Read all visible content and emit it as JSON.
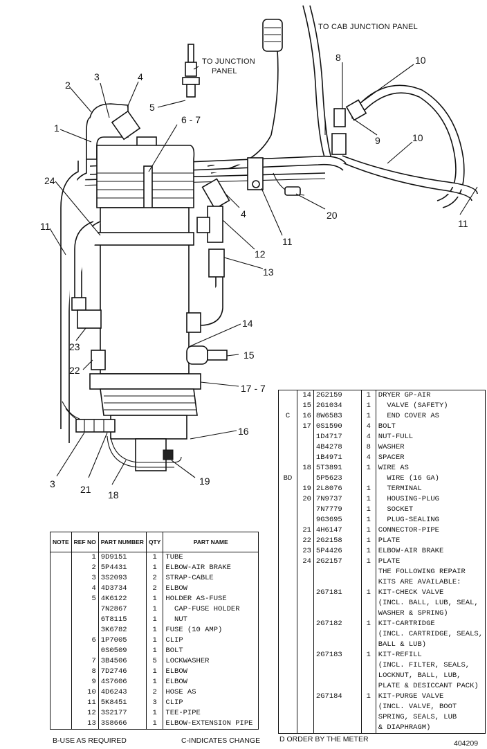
{
  "callouts": {
    "c1": "1",
    "c2": "2",
    "c3": "3",
    "c4": "4",
    "c5": "5",
    "c6_7": "6 - 7",
    "c8": "8",
    "c9": "9",
    "c10a": "10",
    "c10b": "10",
    "c11a": "11",
    "c11b": "11",
    "c11c": "11",
    "c12": "12",
    "c13": "13",
    "c14": "14",
    "c15": "15",
    "c16": "16",
    "c17_7": "17 - 7",
    "c18": "18",
    "c19": "19",
    "c20": "20",
    "c21": "21",
    "c22": "22",
    "c23": "23",
    "c24": "24",
    "c3b": "3",
    "c4b": "4"
  },
  "notes": {
    "to_cab": "TO CAB JUNCTION PANEL",
    "to_junction_1": "TO JUNCTION",
    "to_junction_2": "PANEL"
  },
  "left_table": {
    "headers": {
      "note": "NOTE",
      "ref": "REF NO",
      "part": "PART NUMBER",
      "qty": "QTY",
      "name": "PART NAME"
    },
    "rows": [
      {
        "note": "",
        "ref": "1",
        "part": "9D9151",
        "qty": "1",
        "name": "TUBE"
      },
      {
        "note": "",
        "ref": "2",
        "part": "5P4431",
        "qty": "1",
        "name": "ELBOW-AIR BRAKE"
      },
      {
        "note": "",
        "ref": "3",
        "part": "3S2093",
        "qty": "2",
        "name": "STRAP-CABLE"
      },
      {
        "note": "",
        "ref": "4",
        "part": "4D3734",
        "qty": "2",
        "name": "ELBOW"
      },
      {
        "note": "",
        "ref": "5",
        "part": "4K6122",
        "qty": "1",
        "name": "HOLDER AS-FUSE"
      },
      {
        "note": "",
        "ref": "",
        "part": "7N2867",
        "qty": "1",
        "name": "  CAP-FUSE HOLDER"
      },
      {
        "note": "",
        "ref": "",
        "part": "6T8115",
        "qty": "1",
        "name": "  NUT"
      },
      {
        "note": "",
        "ref": "",
        "part": "3K6782",
        "qty": "1",
        "name": "FUSE (10 AMP)"
      },
      {
        "note": "",
        "ref": "6",
        "part": "1P7005",
        "qty": "1",
        "name": "CLIP"
      },
      {
        "note": "",
        "ref": "",
        "part": "0S0509",
        "qty": "1",
        "name": "BOLT"
      },
      {
        "note": "",
        "ref": "7",
        "part": "3B4506",
        "qty": "5",
        "name": "LOCKWASHER"
      },
      {
        "note": "",
        "ref": "8",
        "part": "7D2746",
        "qty": "1",
        "name": "ELBOW"
      },
      {
        "note": "",
        "ref": "9",
        "part": "4S7606",
        "qty": "1",
        "name": "ELBOW"
      },
      {
        "note": "",
        "ref": "10",
        "part": "4D6243",
        "qty": "2",
        "name": "HOSE AS"
      },
      {
        "note": "",
        "ref": "11",
        "part": "5K8451",
        "qty": "3",
        "name": "CLIP"
      },
      {
        "note": "",
        "ref": "12",
        "part": "3S2177",
        "qty": "1",
        "name": "TEE-PIPE"
      },
      {
        "note": "",
        "ref": "13",
        "part": "3S8666",
        "qty": "1",
        "name": "ELBOW-EXTENSION PIPE"
      }
    ]
  },
  "right_table": {
    "rows": [
      {
        "note": "",
        "ref": "14",
        "part": "2G2159",
        "qty": "1",
        "name": "DRYER GP-AIR"
      },
      {
        "note": "",
        "ref": "15",
        "part": "2G1034",
        "qty": "1",
        "name": "  VALVE (SAFETY)"
      },
      {
        "note": "C",
        "ref": "16",
        "part": "8W6583",
        "qty": "1",
        "name": "  END COVER AS"
      },
      {
        "note": "",
        "ref": "17",
        "part": "0S1590",
        "qty": "4",
        "name": "BOLT"
      },
      {
        "note": "",
        "ref": "",
        "part": "1D4717",
        "qty": "4",
        "name": "NUT-FULL"
      },
      {
        "note": "",
        "ref": "",
        "part": "4B4278",
        "qty": "8",
        "name": "WASHER"
      },
      {
        "note": "",
        "ref": "",
        "part": "1B4971",
        "qty": "4",
        "name": "SPACER"
      },
      {
        "note": "",
        "ref": "18",
        "part": "5T3891",
        "qty": "1",
        "name": "WIRE AS"
      },
      {
        "note": "BD",
        "ref": "",
        "part": "5P5623",
        "qty": "",
        "name": "  WIRE (16 GA)"
      },
      {
        "note": "",
        "ref": "19",
        "part": "2L8076",
        "qty": "1",
        "name": "  TERMINAL"
      },
      {
        "note": "",
        "ref": "20",
        "part": "7N9737",
        "qty": "1",
        "name": "  HOUSING-PLUG"
      },
      {
        "note": "",
        "ref": "",
        "part": "7N7779",
        "qty": "1",
        "name": "  SOCKET"
      },
      {
        "note": "",
        "ref": "",
        "part": "9G3695",
        "qty": "1",
        "name": "  PLUG-SEALING"
      },
      {
        "note": "",
        "ref": "21",
        "part": "4H6147",
        "qty": "1",
        "name": "CONNECTOR-PIPE"
      },
      {
        "note": "",
        "ref": "22",
        "part": "2G2158",
        "qty": "1",
        "name": "PLATE"
      },
      {
        "note": "",
        "ref": "23",
        "part": "5P4426",
        "qty": "1",
        "name": "ELBOW-AIR BRAKE"
      },
      {
        "note": "",
        "ref": "24",
        "part": "2G2157",
        "qty": "1",
        "name": "PLATE"
      },
      {
        "note": "",
        "ref": "",
        "part": "",
        "qty": "",
        "name": "THE FOLLOWING REPAIR"
      },
      {
        "note": "",
        "ref": "",
        "part": "",
        "qty": "",
        "name": "KITS ARE AVAILABLE:"
      },
      {
        "note": "",
        "ref": "",
        "part": "2G7181",
        "qty": "1",
        "name": "KIT-CHECK VALVE"
      },
      {
        "note": "",
        "ref": "",
        "part": "",
        "qty": "",
        "name": "(INCL. BALL, LUB, SEAL,"
      },
      {
        "note": "",
        "ref": "",
        "part": "",
        "qty": "",
        "name": "WASHER & SPRING)"
      },
      {
        "note": "",
        "ref": "",
        "part": "2G7182",
        "qty": "1",
        "name": "KIT-CARTRIDGE"
      },
      {
        "note": "",
        "ref": "",
        "part": "",
        "qty": "",
        "name": "(INCL. CARTRIDGE, SEALS,"
      },
      {
        "note": "",
        "ref": "",
        "part": "",
        "qty": "",
        "name": "BALL & LUB)"
      },
      {
        "note": "",
        "ref": "",
        "part": "2G7183",
        "qty": "1",
        "name": "KIT-REFILL"
      },
      {
        "note": "",
        "ref": "",
        "part": "",
        "qty": "",
        "name": "(INCL. FILTER, SEALS,"
      },
      {
        "note": "",
        "ref": "",
        "part": "",
        "qty": "",
        "name": "LOCKNUT, BALL, LUB,"
      },
      {
        "note": "",
        "ref": "",
        "part": "",
        "qty": "",
        "name": "PLATE & DESICCANT PACK)"
      },
      {
        "note": "",
        "ref": "",
        "part": "2G7184",
        "qty": "1",
        "name": "KIT-PURGE VALVE"
      },
      {
        "note": "",
        "ref": "",
        "part": "",
        "qty": "",
        "name": "(INCL. VALVE, BOOT"
      },
      {
        "note": "",
        "ref": "",
        "part": "",
        "qty": "",
        "name": "SPRING, SEALS, LUB"
      },
      {
        "note": "",
        "ref": "",
        "part": "",
        "qty": "",
        "name": "& DIAPHRAGM)"
      }
    ]
  },
  "footer": {
    "left": "B-USE AS REQUIRED",
    "mid": "C-INDICATES CHANGE",
    "right_note": "D    ORDER BY THE METER",
    "figure_no": "404209"
  }
}
